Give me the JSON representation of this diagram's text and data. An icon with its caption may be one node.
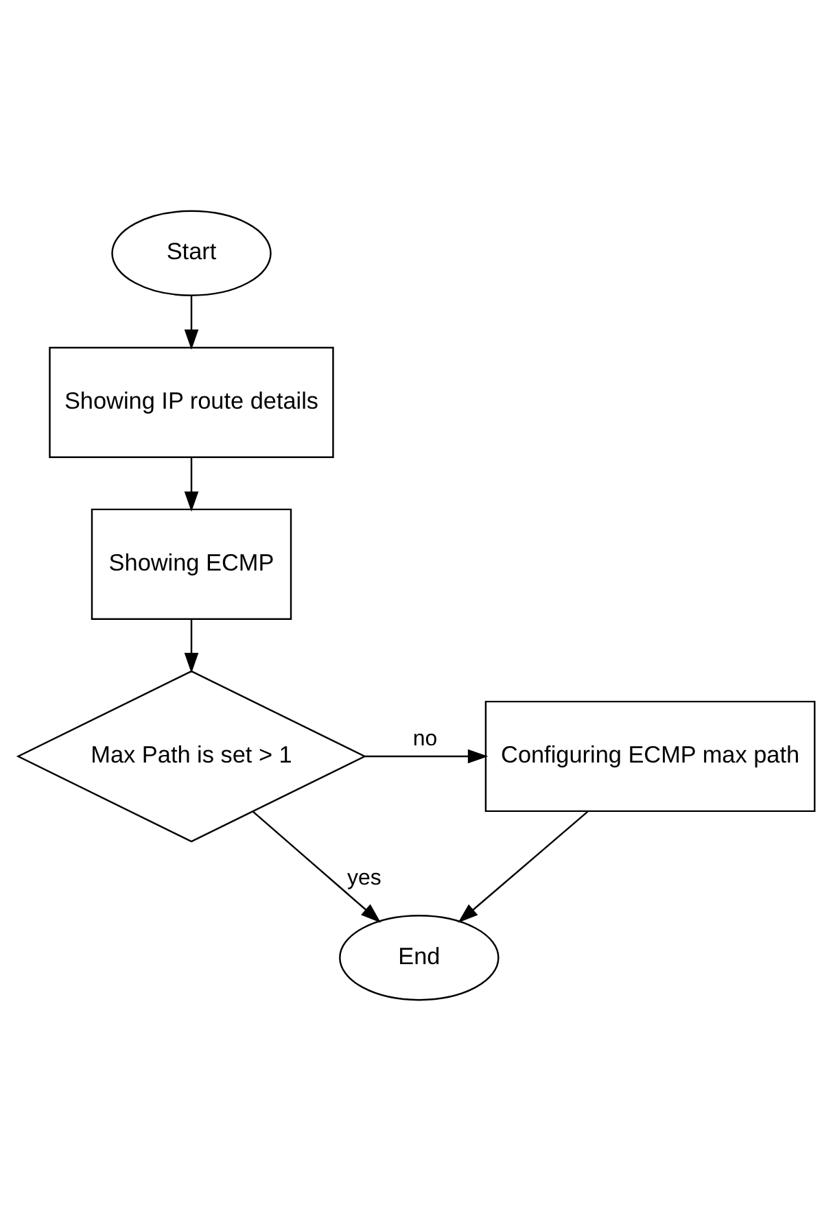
{
  "diagram": {
    "nodes": [
      {
        "text": [
          "Start"
        ]
      },
      {
        "text": [
          "Showing IP route details"
        ]
      },
      {
        "text": [
          "Showing ECMP"
        ]
      },
      {
        "text": [
          "Max Path is set > 1"
        ]
      },
      {
        "text": [
          "Configuring ECMP max path"
        ]
      },
      {
        "text": [
          "End"
        ]
      }
    ],
    "edges": [
      {
        "from": 0,
        "to": 1,
        "arrow": "to"
      },
      {
        "from": 1,
        "to": 2,
        "arrow": "to"
      },
      {
        "from": 2,
        "to": 3,
        "arrow": "to"
      },
      {
        "from": 3,
        "to": 4,
        "arrow": "to",
        "label": "no"
      },
      {
        "from": 3,
        "to": 5,
        "arrow": "to",
        "label": "yes"
      },
      {
        "from": 4,
        "to": 5,
        "arrow": "to"
      }
    ]
  }
}
